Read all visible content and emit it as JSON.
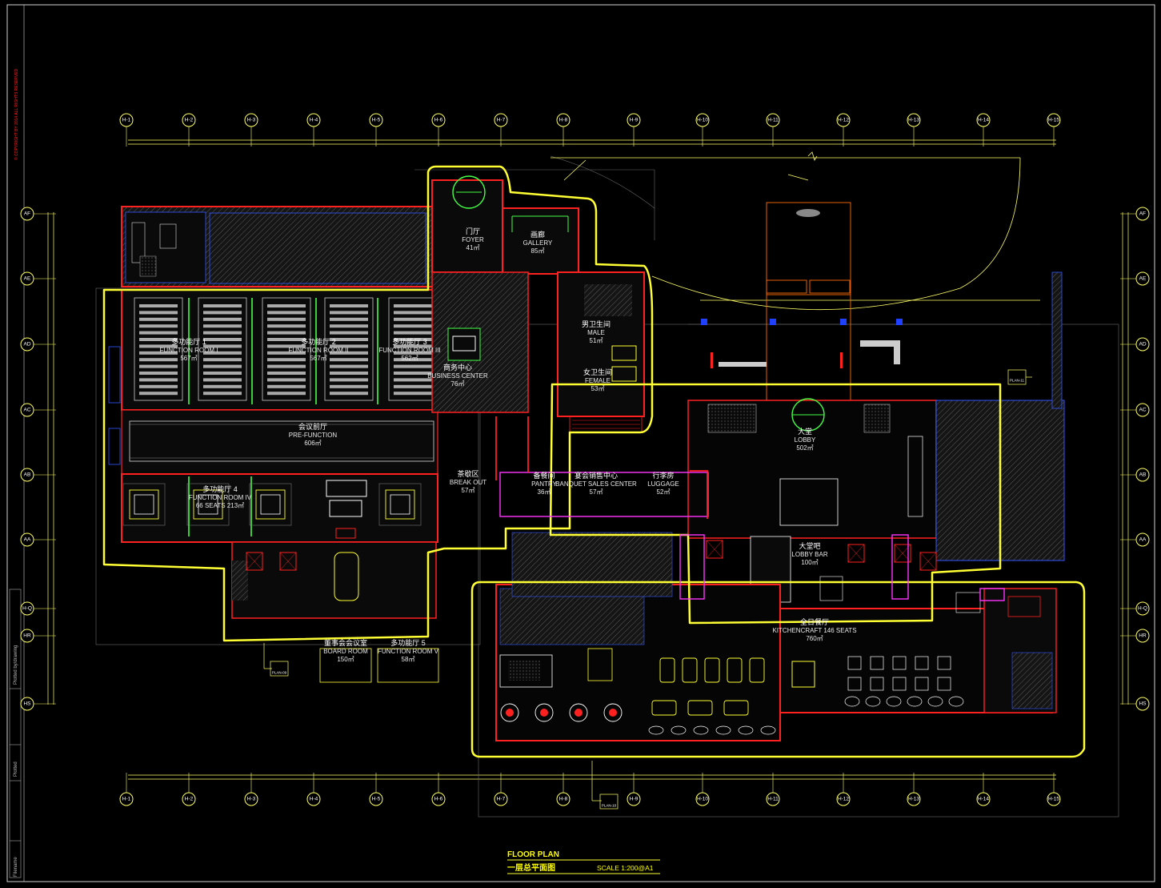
{
  "drawing": {
    "copyright": "© COPYRIGHT BY 2014 ALL RIGHTS RESERVED",
    "side_label_1": "Plotted by/drawing",
    "side_label_2": "Plotted",
    "side_label_3": "Filename",
    "title_en": "FLOOR PLAN",
    "title_cn": "一层总平面图",
    "scale": "SCALE 1:200@A1",
    "colors": {
      "background": "#000000",
      "wall": "#ff2020",
      "zone_outline": "#ffff33",
      "furniture": "#ffffff",
      "secondary": "#3355ff",
      "grid": "#ffff66",
      "accent": "#ff33ff"
    }
  },
  "grid": {
    "top_columns": [
      "H-1",
      "H-2",
      "H-3",
      "H-4",
      "H-5",
      "H-6",
      "H-7",
      "H-8",
      "H-9",
      "H-10",
      "H-11",
      "H-12",
      "H-13",
      "H-14",
      "H-15"
    ],
    "rows": [
      "AF",
      "AE",
      "AD",
      "AC",
      "AB",
      "AA",
      "H-Q",
      "HR",
      "HS"
    ]
  },
  "rooms": [
    {
      "id": "foyer",
      "cn": "门厅",
      "en": "FOYER",
      "area": "41㎡"
    },
    {
      "id": "gallery",
      "cn": "画廊",
      "en": "GALLERY",
      "area": "85㎡"
    },
    {
      "id": "fr1",
      "cn": "多功能厅 1",
      "en": "FUNCTION ROOM I",
      "area": "567㎡"
    },
    {
      "id": "fr2",
      "cn": "多功能厅 2",
      "en": "FUNCTION ROOM II",
      "area": "567㎡"
    },
    {
      "id": "fr3",
      "cn": "多功能厅 3",
      "en": "FUNCTION ROOM III",
      "area": "562㎡"
    },
    {
      "id": "business",
      "cn": "商务中心",
      "en": "BUSINESS CENTER",
      "area": "76㎡"
    },
    {
      "id": "male",
      "cn": "男卫生间",
      "en": "MALE",
      "area": "51㎡"
    },
    {
      "id": "female",
      "cn": "女卫生间",
      "en": "FEMALE",
      "area": "53㎡"
    },
    {
      "id": "prefunction",
      "cn": "会议前厅",
      "en": "PRE-FUNCTION",
      "area": "606㎡"
    },
    {
      "id": "fr4",
      "cn": "多功能厅 4",
      "en": "FUNCTION ROOM IV",
      "area": "66 SEATS 213㎡"
    },
    {
      "id": "breakout",
      "cn": "茶歇区",
      "en": "BREAK OUT",
      "area": "57㎡"
    },
    {
      "id": "pantry",
      "cn": "备餐间",
      "en": "PANTRY",
      "area": "36㎡"
    },
    {
      "id": "banquet",
      "cn": "宴会销售中心",
      "en": "BANQUET SALES CENTER",
      "area": "57㎡"
    },
    {
      "id": "luggage",
      "cn": "行李房",
      "en": "LUGGAGE",
      "area": "52㎡"
    },
    {
      "id": "lobby",
      "cn": "大堂",
      "en": "LOBBY",
      "area": "502㎡"
    },
    {
      "id": "lobbybar",
      "cn": "大堂吧",
      "en": "LOBBY BAR",
      "area": "100㎡"
    },
    {
      "id": "kitchencraft",
      "cn": "全日餐厅",
      "en": "KITCHENCRAFT 146 SEATS",
      "area": "760㎡"
    },
    {
      "id": "board",
      "cn": "董事会会议室",
      "en": "BOARD ROOM",
      "area": "150㎡"
    },
    {
      "id": "fr5",
      "cn": "多功能厅 5",
      "en": "FUNCTION ROOM V",
      "area": "58㎡"
    }
  ],
  "tags": {
    "tag_left": "PLAN-09",
    "tag_bottom": "PLAN-10",
    "tag_right": "PLAN-11"
  }
}
